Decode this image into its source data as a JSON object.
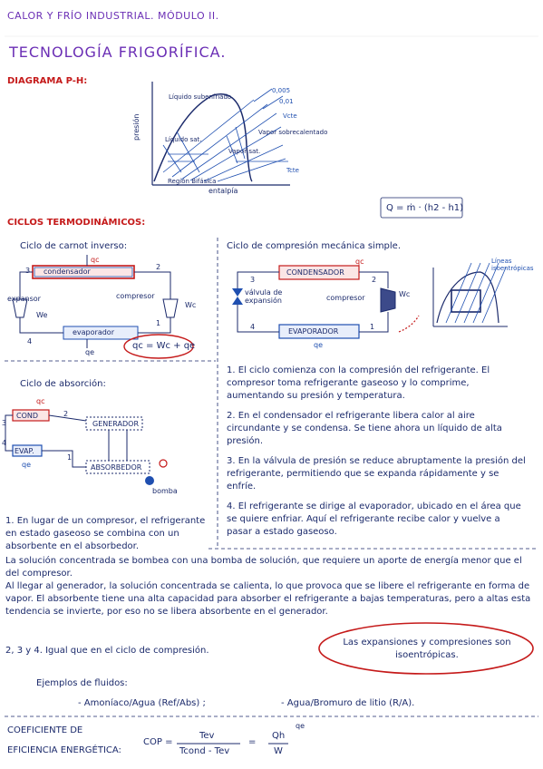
{
  "header": {
    "course": "CALOR Y FRÍO INDUSTRIAL. MÓDULO II.",
    "title": "TECNOLOGÍA FRIGORÍFICA."
  },
  "ph_diagram": {
    "label": "DIAGRAMA P-H:",
    "y_axis": "presión",
    "x_axis": "entalpía",
    "liquid": "Líquido subenfriado",
    "vapor": "Vapor sobrecalentado",
    "biphasic": "Región Bifásica",
    "vt1": "0,005",
    "vt2": "0,01",
    "vcte": "Vcte",
    "tcte": "Tcte",
    "mixed1": "Líquido sat.",
    "mixed2": "Vapor sat.",
    "formula": "Q = ṁ · (h2 - h1)"
  },
  "cycles": {
    "heading": "CICLOS TERMODINÁMICOS:",
    "carnot": {
      "title": "Ciclo de carnot inverso:",
      "qc": "qc",
      "condenser": "condensador",
      "evaporator": "evaporador",
      "expander": "expansor",
      "compressor": "compresor",
      "we": "We",
      "wc": "Wc",
      "qe": "qe",
      "n1": "1",
      "n2": "2",
      "n3": "3",
      "n4": "4",
      "balance": "qc = Wc + qe"
    },
    "compression": {
      "title": "Ciclo de compresión mecánica simple.",
      "qc": "qc",
      "condenser": "CONDENSADOR",
      "evaporator": "EVAPORADOR",
      "valve": "válvula de expansión",
      "compressor": "compresor",
      "wc": "Wc",
      "qe": "qe",
      "n1": "1",
      "n2": "2",
      "n3": "3",
      "n4": "4",
      "isentropic": "Líneas isoentrópicas"
    },
    "absorption": {
      "title": "Ciclo de absorción:",
      "qc": "qc",
      "cond": "COND",
      "evap": "EVAP.",
      "generator": "GENERADOR",
      "absorber": "ABSORBEDOR",
      "pump": "bomba",
      "qe": "qe",
      "n1": "1",
      "n2": "2",
      "n3": "3",
      "n4": "4"
    }
  },
  "compression_steps": [
    "1. El ciclo comienza con la compresión del refrigerante. El compresor toma refrigerante gaseoso y lo comprime, aumentando su presión y temperatura.",
    "2. En el condensador el refrigerante libera calor al aire circundante y se condensa. Se tiene ahora un líquido de alta presión.",
    "3. En la válvula de presión se reduce abruptamente la presión del refrigerante, permitiendo que se expanda rápidamente y se enfríe.",
    "4. El refrigerante se dirige al evaporador, ubicado en el área que se quiere enfriar. Aquí el refrigerante recibe calor y vuelve a pasar a estado gaseoso."
  ],
  "absorption_explanation": {
    "p1": "1. En lugar de un compresor, el refrigerante en estado gaseoso se combina con un absorbente en el absorbedor.",
    "p2": "La solución concentrada se bombea con una bomba de solución, que requiere un aporte de energía menor que el del compresor.",
    "p3": "Al llegar al generador, la solución concentrada se calienta, lo que provoca que se libere el refrigerante en forma de vapor. El absorbente tiene una alta capacidad para absorber el refrigerante a bajas temperaturas, pero a altas esta tendencia se invierte, por eso no se libera absorbente en el generador.",
    "p4": "2, 3 y 4. Igual que en el ciclo de compresión."
  },
  "note": "Las expansiones y compresiones son isoentrópicas.",
  "fluids": {
    "title": "Ejemplos de fluidos:",
    "ex1": "- Amoníaco/Agua (Ref/Abs) ;",
    "ex2": "- Agua/Bromuro de litio (R/A)."
  },
  "cop": {
    "label1": "COEFICIENTE DE",
    "label2": "EFICIENCIA ENERGÉTICA:",
    "lhs": "COP =",
    "num": "Tev",
    "den": "Tcond - Tev",
    "eq": "=",
    "qh": "Qh",
    "w": "W",
    "qe": "qe"
  }
}
